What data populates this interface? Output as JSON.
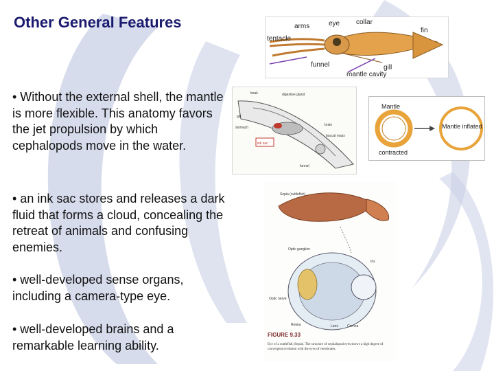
{
  "slide": {
    "title": "Other General Features",
    "bullets": [
      "• Without the external shell, the mantle is more flexible. This anatomy favors the  jet propulsion by which cephalopods move in the water.",
      "• an ink sac stores and releases  a dark fluid that forms a cloud, concealing the retreat of animals and confusing enemies.",
      "• well-developed sense organs, including a camera-type eye.",
      "• well-developed brains and a remarkable learning ability."
    ]
  },
  "figures": {
    "squid": {
      "labels": {
        "arms": "arms",
        "eye": "eye",
        "collar": "collar",
        "fin": "fin",
        "tentacle": "tentacle",
        "funnel": "funnel",
        "gill": "gill",
        "mantle_cavity": "mantle cavity"
      }
    },
    "anatomy": {
      "labels": {
        "beak": "beak",
        "buccal_mass": "buccal mass",
        "ink_sac": "ink sac",
        "digestive_gland": "digestive gland",
        "stomach": "stomach",
        "gill": "gill",
        "brain": "brain",
        "funnel": "funnel"
      }
    },
    "mantle": {
      "labels": {
        "mantle": "Mantle",
        "contracted": "contracted",
        "inflated": "Mantle inflated"
      }
    },
    "eye": {
      "labels": {
        "sepia": "Sepia (cuttlefish)",
        "optic_ganglion": "Optic ganglion",
        "optic_nerve": "Optic nerve",
        "retina": "Retina",
        "lens": "Lens",
        "cornea": "Cornea",
        "iris": "Iris",
        "figure": "FIGURE 9.33",
        "caption": "Eye of a cuttlefish (Sepia). The structure of cephalopod eyes shows a high degree of convergent evolution with the eyes of vertebrates."
      }
    }
  },
  "colors": {
    "title": "#1a1a6e",
    "background_decor": "#c9d0e6",
    "body_text": "#111111"
  }
}
